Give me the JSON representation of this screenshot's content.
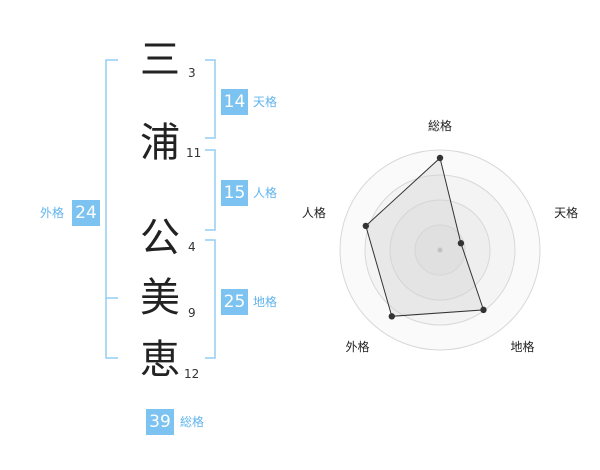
{
  "name": {
    "chars": [
      {
        "char": "三",
        "strokes": "3"
      },
      {
        "char": "浦",
        "strokes": "11"
      },
      {
        "char": "公",
        "strokes": "4"
      },
      {
        "char": "美",
        "strokes": "9"
      },
      {
        "char": "恵",
        "strokes": "12"
      }
    ]
  },
  "scores": {
    "tenkaku": {
      "value": "14",
      "label": "天格"
    },
    "jinkaku": {
      "value": "15",
      "label": "人格"
    },
    "chikaku": {
      "value": "25",
      "label": "地格"
    },
    "gaikaku": {
      "value": "24",
      "label": "外格"
    },
    "soukaku": {
      "value": "39",
      "label": "総格"
    }
  },
  "colors": {
    "accent": "#7cc3f1",
    "accent_text": "#5fb4ee",
    "bracket": "#93cdf3"
  },
  "chart_data": {
    "type": "radar",
    "axes": [
      "総格",
      "天格",
      "地格",
      "外格",
      "人格"
    ],
    "values": [
      0.92,
      0.22,
      0.74,
      0.82,
      0.78
    ],
    "rings": 4,
    "range": [
      0,
      1
    ]
  }
}
